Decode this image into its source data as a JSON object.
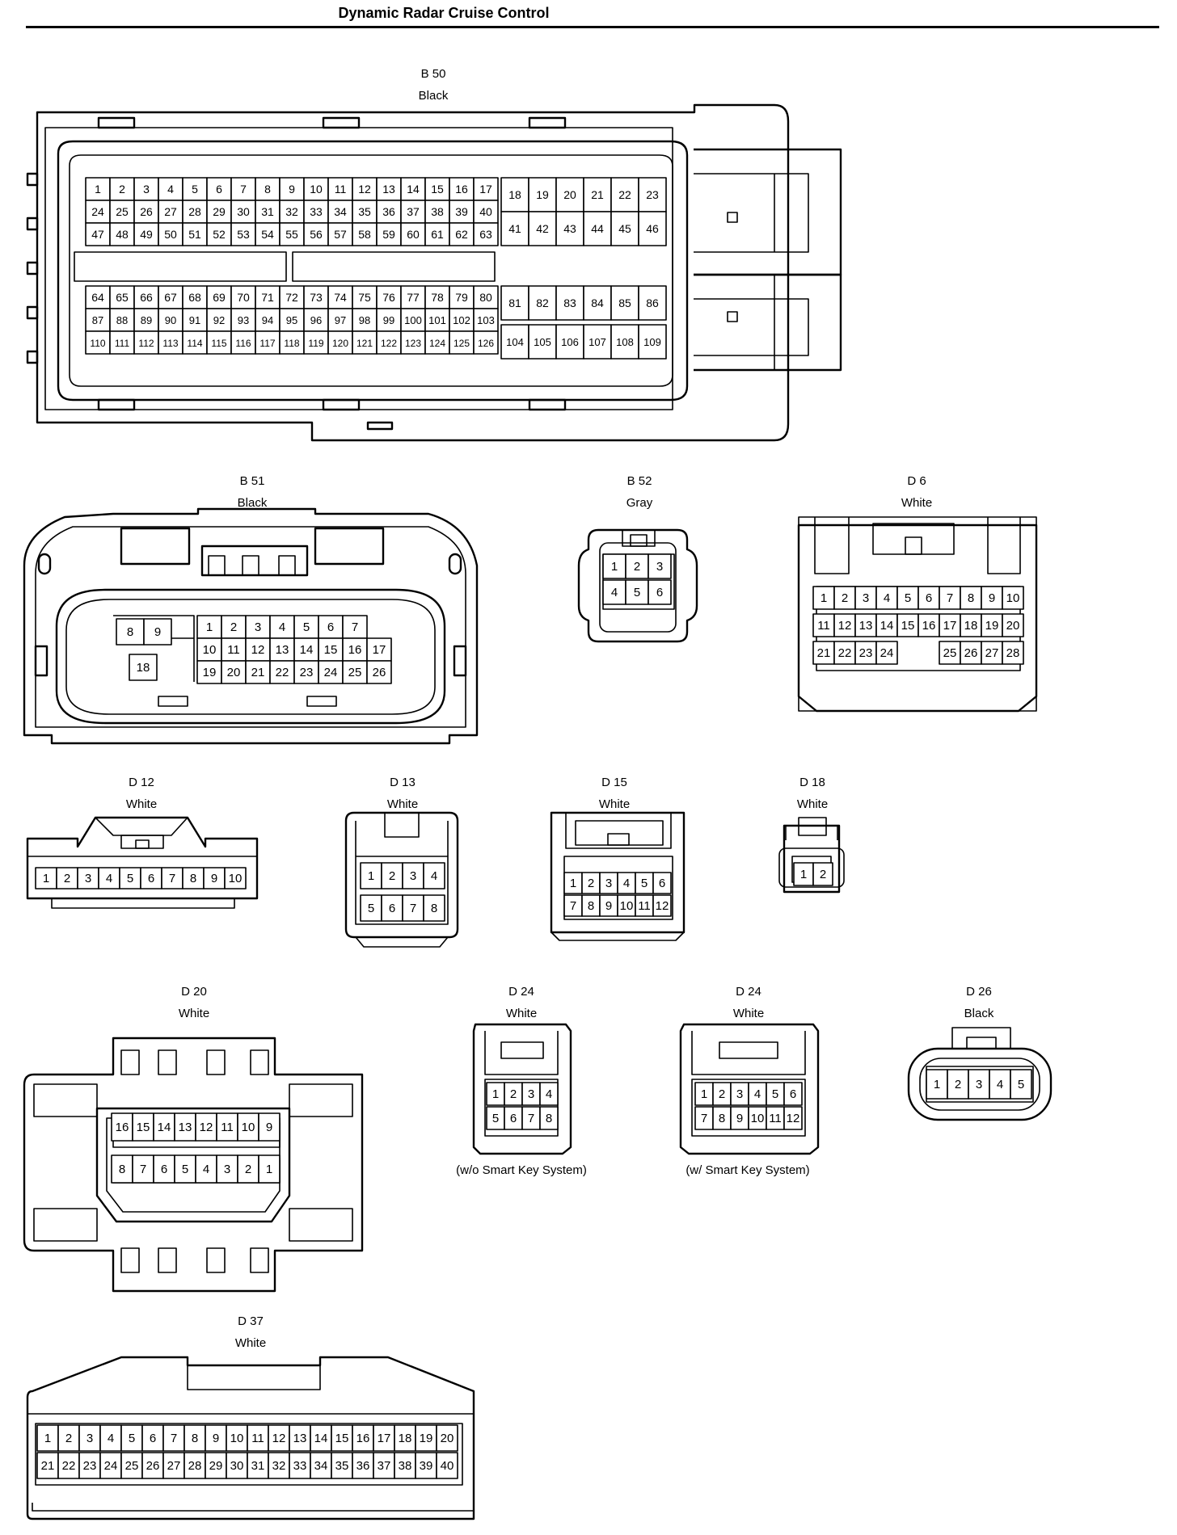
{
  "title": "Dynamic Radar Cruise Control",
  "connectors": {
    "b50": {
      "code": "B 50",
      "color": "Black"
    },
    "b51": {
      "code": "B 51",
      "color": "Black"
    },
    "b52": {
      "code": "B 52",
      "color": "Gray"
    },
    "d6": {
      "code": "D 6",
      "color": "White"
    },
    "d12": {
      "code": "D 12",
      "color": "White"
    },
    "d13": {
      "code": "D 13",
      "color": "White"
    },
    "d15": {
      "code": "D 15",
      "color": "White"
    },
    "d18": {
      "code": "D 18",
      "color": "White"
    },
    "d20": {
      "code": "D 20",
      "color": "White"
    },
    "d24a": {
      "code": "D 24",
      "color": "White",
      "note": "(w/o Smart Key System)"
    },
    "d24b": {
      "code": "D 24",
      "color": "White",
      "note": "(w/ Smart Key System)"
    },
    "d26": {
      "code": "D 26",
      "color": "Black"
    },
    "d37": {
      "code": "D 37",
      "color": "White"
    }
  }
}
